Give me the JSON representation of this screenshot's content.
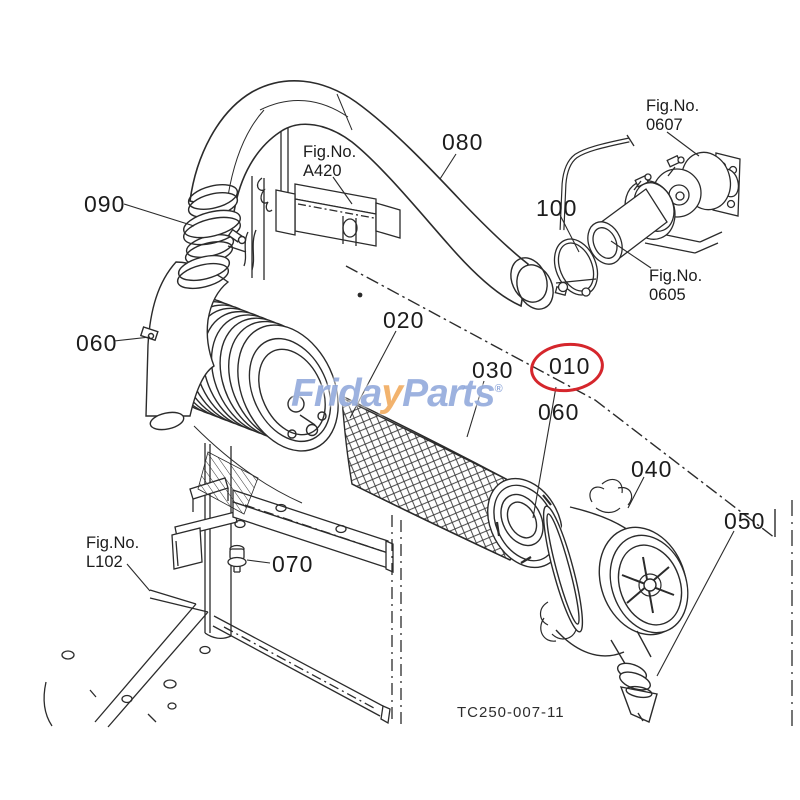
{
  "diagram": {
    "type": "exploded-parts-diagram",
    "drawing_number": "TC250-007-11",
    "highlighted_callout": "010",
    "colors": {
      "line": "#2b2b2b",
      "highlight_ring": "#d5262c",
      "watermark_blue": "#4d73c4",
      "watermark_orange": "#ee993e",
      "background": "#ffffff"
    },
    "watermark": {
      "prefix": "Frida",
      "accent": "y",
      "suffix": "Parts",
      "mark": "®"
    },
    "callouts": {
      "c090": {
        "label": "090"
      },
      "c060_left": {
        "label": "060"
      },
      "c080": {
        "label": "080"
      },
      "c100": {
        "label": "100"
      },
      "c020": {
        "label": "020"
      },
      "c030": {
        "label": "030"
      },
      "c010": {
        "label": "010"
      },
      "c060_right": {
        "label": "060"
      },
      "c040": {
        "label": "040"
      },
      "c050": {
        "label": "050"
      },
      "c070": {
        "label": "070"
      }
    },
    "figure_refs": {
      "a420": {
        "line1": "Fig.No.",
        "line2": "A420"
      },
      "f0607": {
        "line1": "Fig.No.",
        "line2": "0607"
      },
      "f0605": {
        "line1": "Fig.No.",
        "line2": "0605"
      },
      "l102": {
        "line1": "Fig.No.",
        "line2": "L102"
      }
    }
  }
}
